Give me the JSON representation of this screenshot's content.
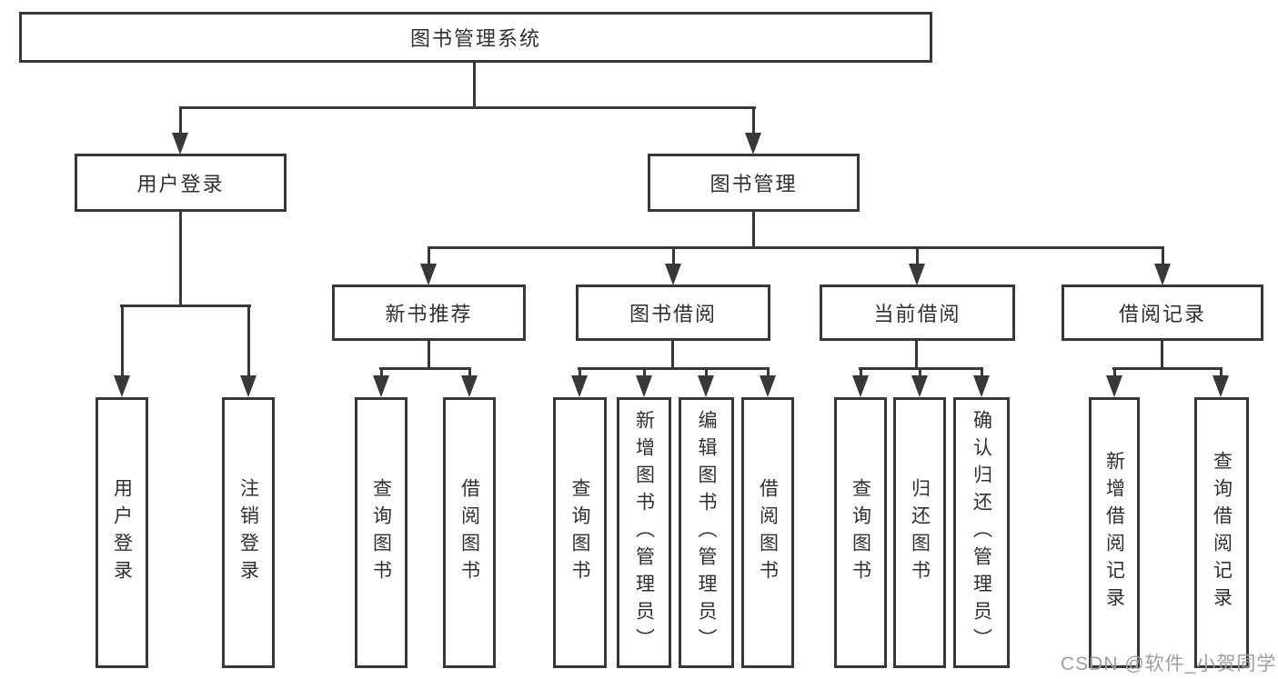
{
  "tree": {
    "root": "图书管理系统",
    "children": [
      {
        "label": "用户登录",
        "children": [
          {
            "label": "用户登录"
          },
          {
            "label": "注销登录"
          }
        ]
      },
      {
        "label": "图书管理",
        "children": [
          {
            "label": "新书推荐",
            "children": [
              {
                "label": "查询图书"
              },
              {
                "label": "借阅图书"
              }
            ]
          },
          {
            "label": "图书借阅",
            "children": [
              {
                "label": "查询图书"
              },
              {
                "label": "新增图书（管理员）"
              },
              {
                "label": "编辑图书（管理员）"
              },
              {
                "label": "借阅图书"
              }
            ]
          },
          {
            "label": "当前借阅",
            "children": [
              {
                "label": "查询图书"
              },
              {
                "label": "归还图书"
              },
              {
                "label": "确认归还（管理员）"
              }
            ]
          },
          {
            "label": "借阅记录",
            "children": [
              {
                "label": "新增借阅记录"
              },
              {
                "label": "查询借阅记录"
              }
            ]
          }
        ]
      }
    ]
  },
  "watermark": {
    "text": "CSDN @软件_小贺同学"
  },
  "colors": {
    "line": "#383838",
    "text": "#303030",
    "box_background": "#ffffff",
    "page_background": "#ffffff",
    "watermark": "#9e9e9e"
  }
}
